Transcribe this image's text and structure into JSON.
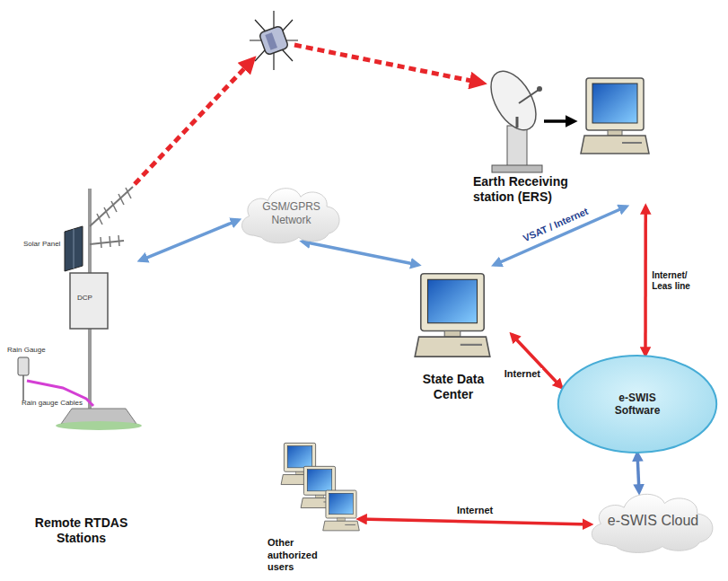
{
  "diagram": {
    "nodes": [
      {
        "text": [
          "Earth Receiving station (ERS)"
        ]
      },
      {
        "text": [
          "GSM/GPRS Network"
        ]
      },
      {
        "text": [
          "Remote RTDAS Stations"
        ]
      },
      {
        "text": [
          "State Data Center"
        ]
      },
      {
        "text": [
          "e-SWIS Software"
        ]
      },
      {
        "text": [
          "Other authorized users"
        ]
      },
      {
        "text": [
          "e-SWIS Cloud"
        ]
      }
    ],
    "edges": [
      {
        "from": 2,
        "to": 1,
        "arrow": "both"
      },
      {
        "from": 1,
        "to": 3,
        "arrow": "both"
      },
      {
        "from": 3,
        "to": 0,
        "label": "VSAT / Internet",
        "arrow": "both"
      },
      {
        "from": 0,
        "to": 4,
        "label": "Internet/ Leas line",
        "arrow": "both"
      },
      {
        "from": 3,
        "to": 4,
        "label": "Internet",
        "arrow": "both"
      },
      {
        "from": 4,
        "to": 6,
        "arrow": "both"
      },
      {
        "from": 5,
        "to": 6,
        "label": "Internet",
        "arrow": "both"
      }
    ],
    "labels": [
      "Solar Panel",
      "DCP",
      "Rain Gauge",
      "Rain gauge Cables"
    ]
  }
}
